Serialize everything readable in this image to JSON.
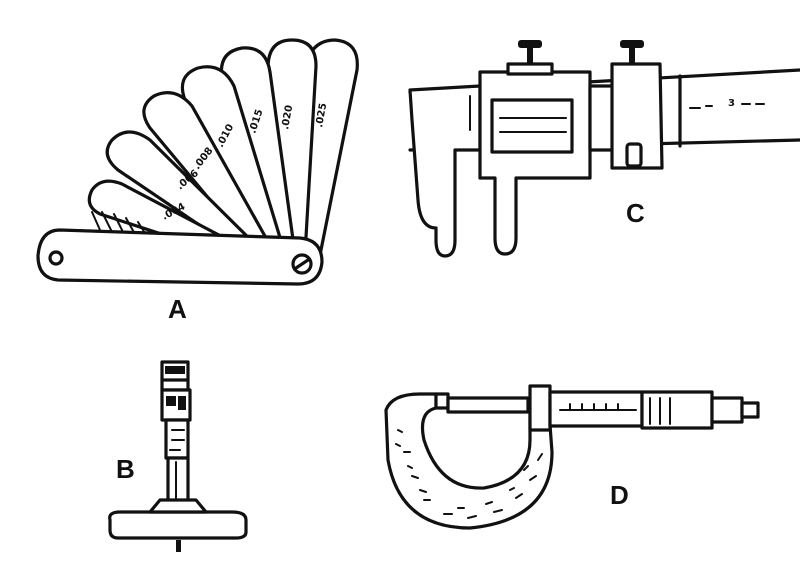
{
  "labels": {
    "a": "A",
    "b": "B",
    "c": "C",
    "d": "D"
  },
  "tools": [
    {
      "id": "A",
      "icon": "feeler-gauge-icon"
    },
    {
      "id": "B",
      "icon": "depth-micrometer-icon"
    },
    {
      "id": "C",
      "icon": "vernier-caliper-icon"
    },
    {
      "id": "D",
      "icon": "outside-micrometer-icon"
    }
  ]
}
